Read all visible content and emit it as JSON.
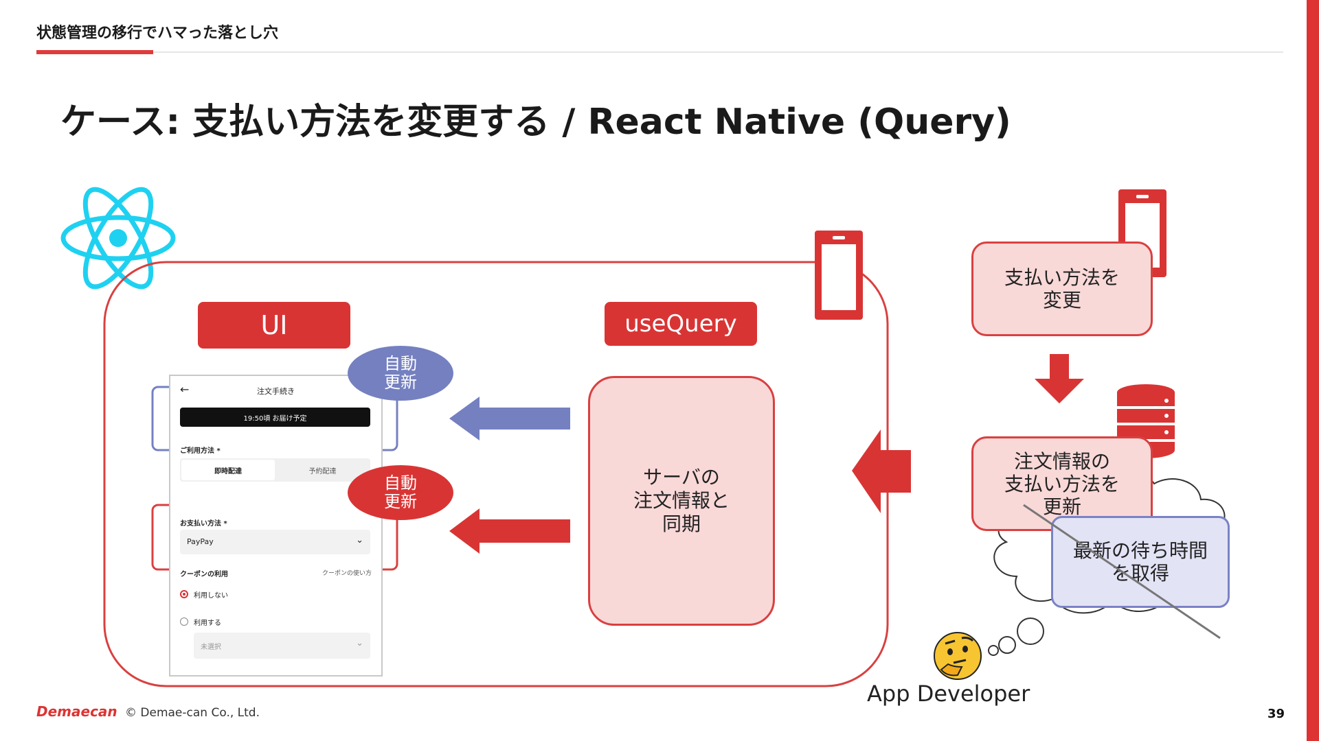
{
  "header": {
    "title": "状態管理の移行でハマった落とし穴"
  },
  "slide": {
    "title": "ケース: 支払い方法を変更する / React Native (Query)"
  },
  "labels": {
    "ui": "UI",
    "use_query": "useQuery",
    "auto_update_1": [
      "自動",
      "更新"
    ],
    "auto_update_2": [
      "自動",
      "更新"
    ],
    "server_sync": [
      "サーバの",
      "注文情報と",
      "同期"
    ],
    "change_payment": [
      "支払い方法を",
      "変更"
    ],
    "update_order": [
      "注文情報の",
      "支払い方法を",
      "更新"
    ],
    "fetch_latest": [
      "最新の待ち時間",
      "を取得"
    ],
    "app_developer": "App Developer"
  },
  "phone_screen": {
    "title": "注文手続き",
    "back_icon": "←",
    "delivery_bar": "19:50頃 お届け予定",
    "section_usage": "ご利用方法 *",
    "tab_immediate": "即時配達",
    "tab_scheduled": "予約配達",
    "section_payment": "お支払い方法 *",
    "payment_value": "PayPay",
    "section_coupon": "クーポンの利用",
    "coupon_link": "クーポンの使い方",
    "radio_not_use": "利用しない",
    "radio_use": "利用する",
    "coupon_select": "未選択"
  },
  "colors": {
    "accent_red": "#d93434",
    "light_red": "#f9d8d8",
    "blue": "#7480c0",
    "light_blue": "#e2e3f5",
    "react_cyan": "#1fd1f0"
  },
  "icons": [
    "react-logo-icon",
    "smartphone-icon",
    "database-icon",
    "thinking-face-icon",
    "thought-cloud-icon",
    "arrow-left-icon",
    "arrow-down-icon"
  ],
  "footer": {
    "logo": "Demaecan",
    "copyright": "© Demae-can Co., Ltd.",
    "page_number": "39"
  }
}
